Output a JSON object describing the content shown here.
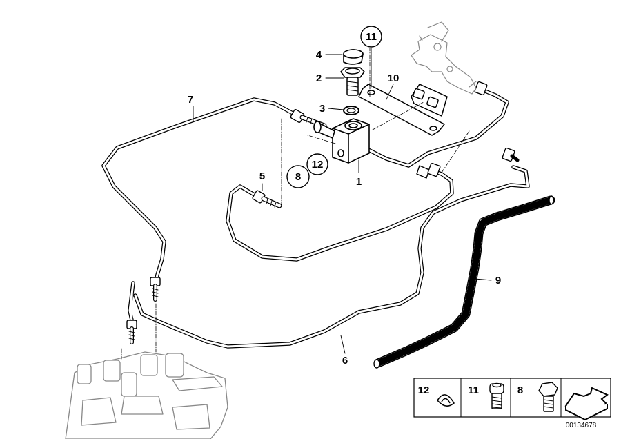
{
  "callouts": {
    "p1": "1",
    "p2": "2",
    "p3": "3",
    "p4": "4",
    "p5": "5",
    "p6": "6",
    "p7": "7",
    "p8": "8",
    "p9": "9",
    "p10": "10",
    "p11": "11",
    "p12": "12"
  },
  "legend": {
    "item12": "12",
    "item11": "11",
    "item8": "8"
  },
  "reference_number": "00134678"
}
